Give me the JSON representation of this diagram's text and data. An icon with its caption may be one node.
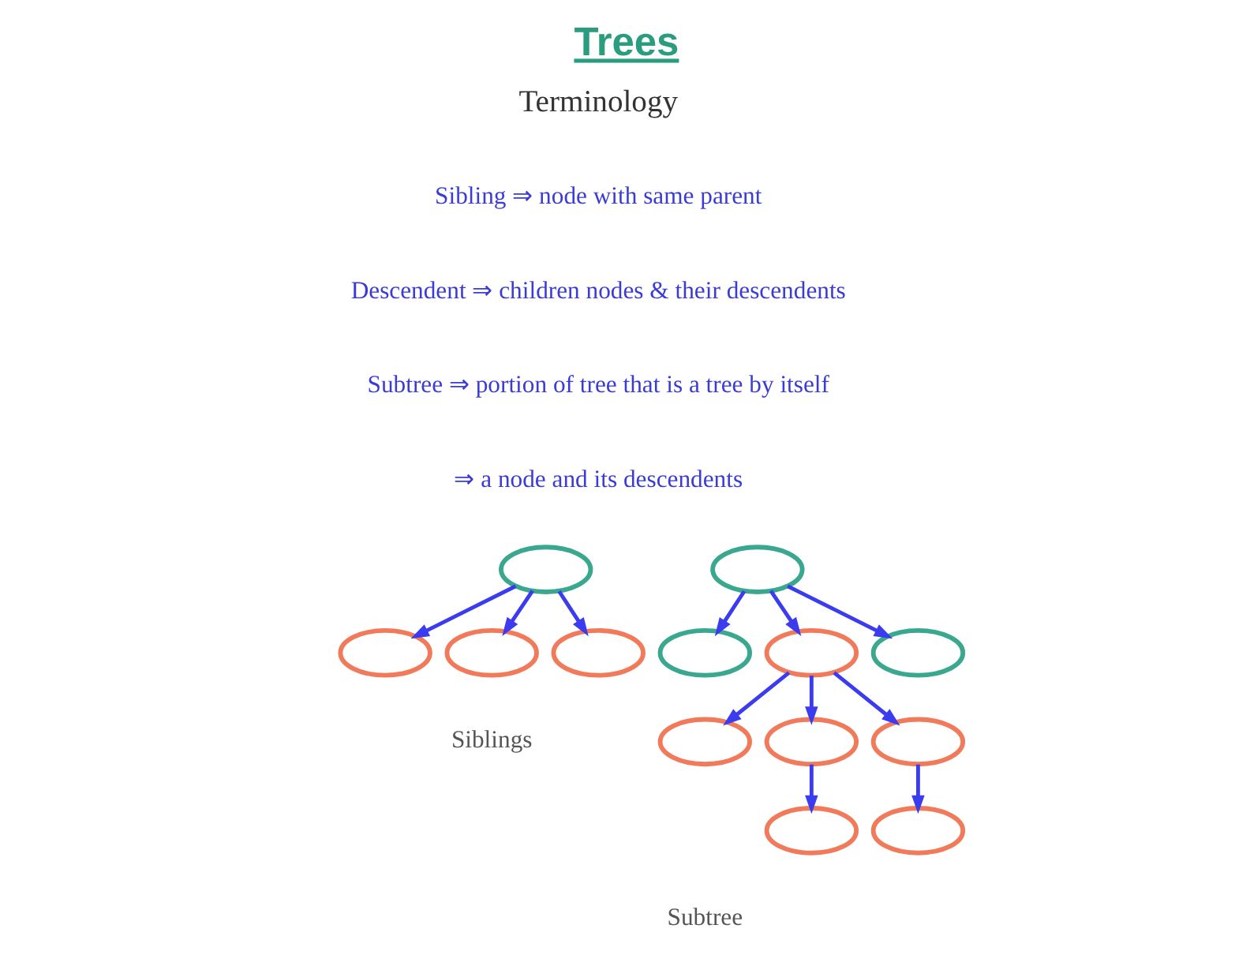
{
  "diagram": {
    "title": "Trees",
    "nodes": [
      {
        "text": [],
        "shape": "ellipse"
      },
      {
        "text": [],
        "shape": "ellipse"
      },
      {
        "text": [],
        "shape": "ellipse"
      },
      {
        "text": [],
        "shape": "ellipse"
      },
      {
        "text": [],
        "shape": "ellipse"
      },
      {
        "text": [],
        "shape": "ellipse"
      },
      {
        "text": [],
        "shape": "ellipse"
      },
      {
        "text": [],
        "shape": "ellipse"
      },
      {
        "text": [],
        "shape": "ellipse"
      },
      {
        "text": [],
        "shape": "ellipse"
      },
      {
        "text": [],
        "shape": "ellipse"
      },
      {
        "text": [],
        "shape": "ellipse"
      },
      {
        "text": [],
        "shape": "ellipse"
      }
    ],
    "edges": [
      {
        "from": 0,
        "to": 1,
        "arrow": "to"
      },
      {
        "from": 0,
        "to": 2,
        "arrow": "to"
      },
      {
        "from": 0,
        "to": 3,
        "arrow": "to"
      },
      {
        "from": 4,
        "to": 5,
        "arrow": "to"
      },
      {
        "from": 4,
        "to": 6,
        "arrow": "to"
      },
      {
        "from": 4,
        "to": 7,
        "arrow": "to"
      },
      {
        "from": 6,
        "to": 8,
        "arrow": "to"
      },
      {
        "from": 6,
        "to": 9,
        "arrow": "to"
      },
      {
        "from": 6,
        "to": 10,
        "arrow": "to"
      },
      {
        "from": 9,
        "to": 11,
        "arrow": "to"
      },
      {
        "from": 10,
        "to": 12,
        "arrow": "to"
      }
    ],
    "labels": [
      "Terminology",
      "Sibling ⇒ node with same parent",
      "Descendent ⇒ children nodes & their descendents",
      "Subtree ⇒ portion of tree that is a tree by itself",
      "⇒ a node and its descendents",
      "Siblings",
      "Subtree"
    ]
  }
}
